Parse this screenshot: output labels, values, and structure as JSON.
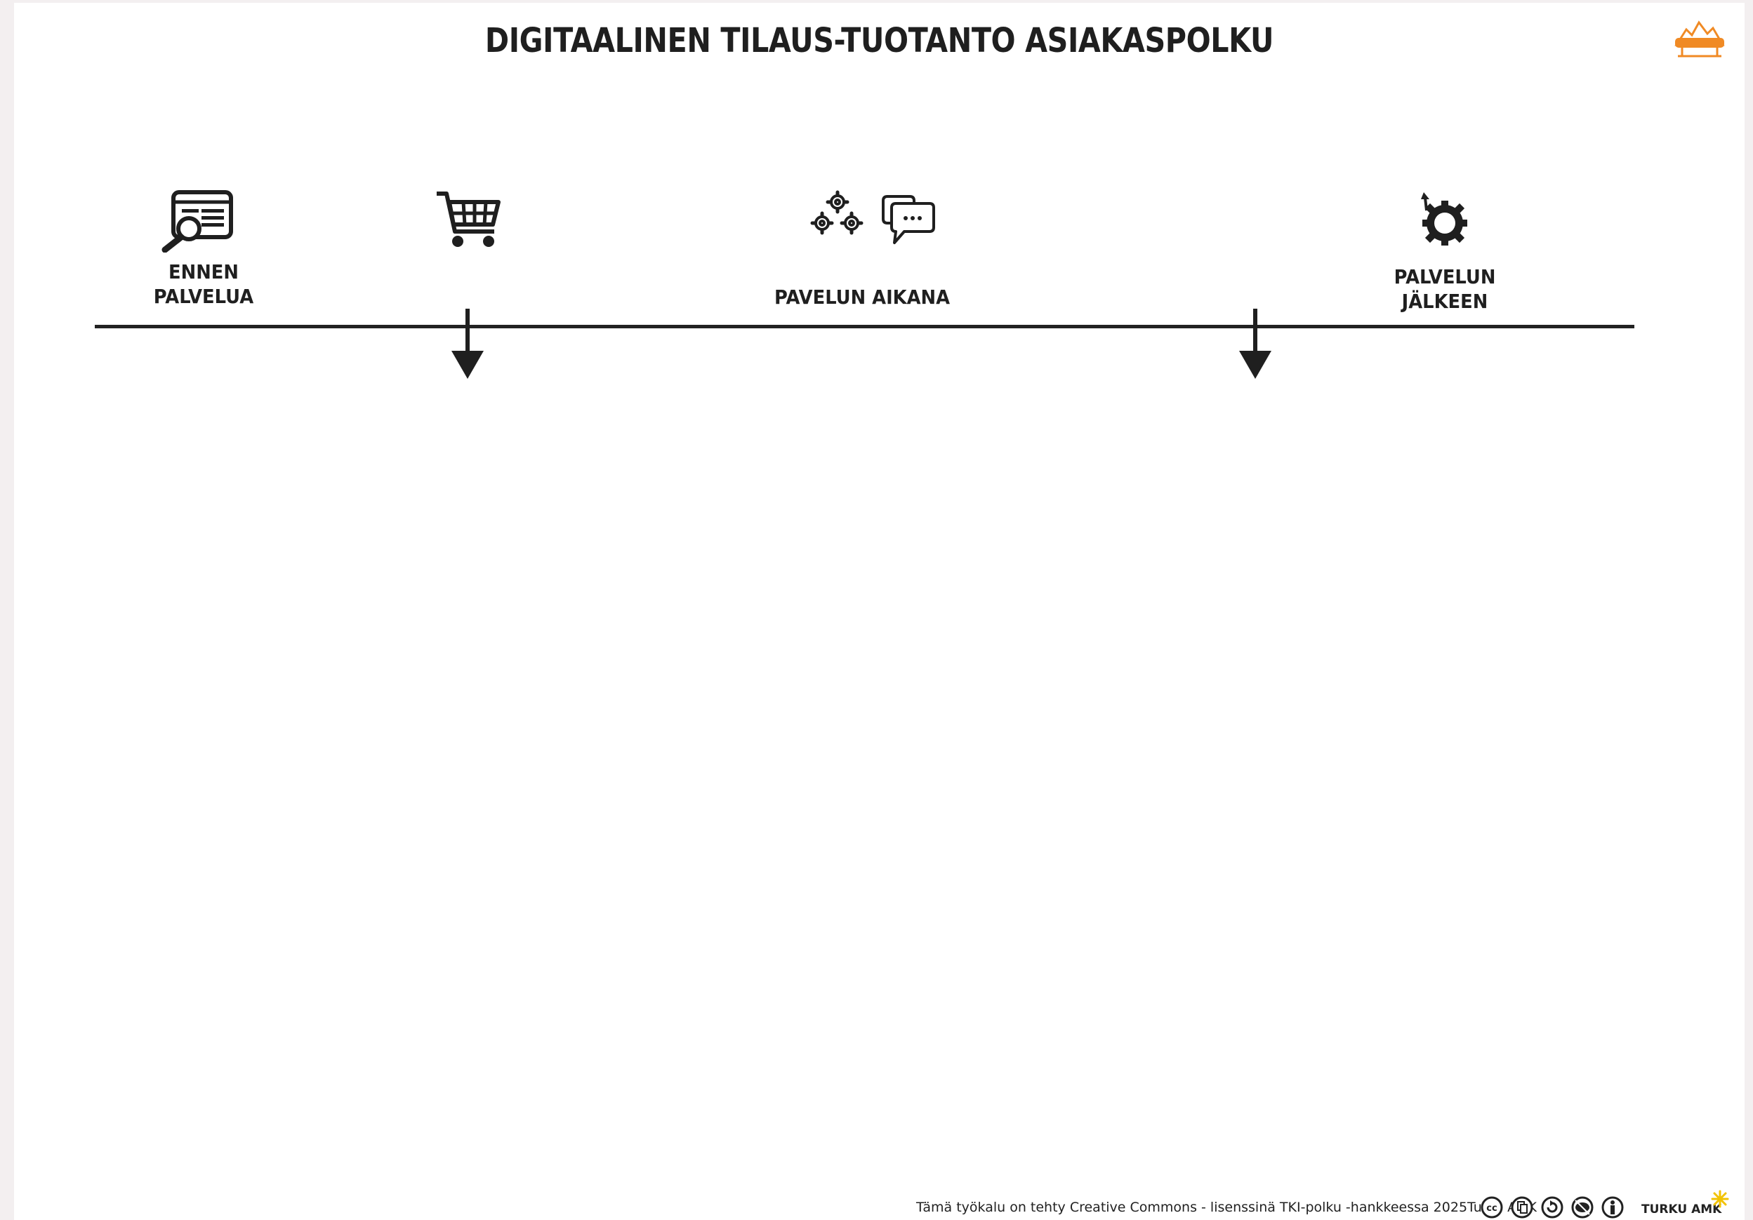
{
  "title": "DIGITAALINEN TILAUS-TUOTANTO ASIAKASPOLKU",
  "stages": [
    {
      "label": "ENNEN\nPALVELUA",
      "icons": [
        "web-search-icon"
      ]
    },
    {
      "label": "",
      "icons": [
        "shopping-cart-icon"
      ]
    },
    {
      "label": "PAVELUN AIKANA",
      "icons": [
        "gears-icon",
        "chat-bubbles-icon"
      ]
    },
    {
      "label": "PALVELUN\nJÄLKEEN",
      "icons": [
        "gear-refresh-icon"
      ]
    }
  ],
  "footer": {
    "license_text": "Tämä työkalu on tehty Creative Commons - lisenssinä TKI-polku -hankkeessa 2025Turku AMK",
    "license_icons": [
      "cc-icon",
      "share-icon",
      "remix-icon",
      "noncommercial-icon",
      "attribution-icon"
    ],
    "brand": "TURKU AMK"
  },
  "colors": {
    "accent": "#f08a24",
    "ink": "#1f1f1f"
  }
}
